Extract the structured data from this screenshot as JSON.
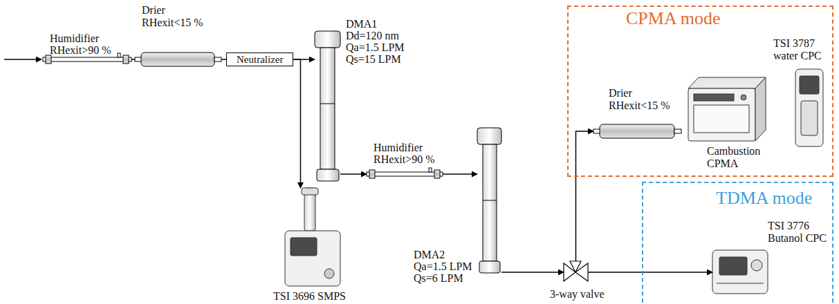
{
  "diagram": {
    "nodes": [
      {
        "text": [
          "Humidifier",
          "RHexit>90 %"
        ]
      },
      {
        "text": [
          "Drier",
          "RHexit<15 %"
        ]
      },
      {
        "text": [
          "Neutralizer"
        ]
      },
      {
        "text": [
          "DMA1",
          "Dd=120 nm",
          "Qa=1.5 LPM",
          "Qs=15 LPM"
        ]
      },
      {
        "text": [
          "CPMA mode"
        ]
      },
      {
        "text": [
          "Drier",
          "RHexit<15 %"
        ],
        "in": 4
      },
      {
        "text": [
          "TSI 3787 water CPC"
        ],
        "in": 4
      },
      {
        "text": [
          "Cambustion CPMA"
        ],
        "in": 4
      },
      {
        "text": [
          "Humidifier",
          "RHexit>90 %"
        ]
      },
      {
        "text": [
          "TDMA mode"
        ]
      },
      {
        "text": [
          "TSI 3776 Butanol CPC"
        ],
        "in": 9
      },
      {
        "text": [
          "DMA2",
          "Qa=1.5 LPM",
          "Qs=6 LPM"
        ]
      },
      {
        "text": [
          "3-way valve"
        ]
      },
      {
        "text": [
          "TSI 3696 SMPS"
        ]
      }
    ],
    "edges": [
      {
        "from": 0,
        "to": 1,
        "arrow": "none"
      },
      {
        "from": 1,
        "to": 2,
        "arrow": "none"
      },
      {
        "from": 2,
        "to": 3,
        "arrow": "to"
      },
      {
        "from": 2,
        "to": 13,
        "arrow": "to"
      },
      {
        "from": 3,
        "to": 8,
        "arrow": "to"
      },
      {
        "from": 8,
        "to": 11,
        "arrow": "to"
      },
      {
        "from": 11,
        "to": 12,
        "arrow": "to"
      },
      {
        "from": 12,
        "to": 5,
        "arrow": "to"
      },
      {
        "from": 12,
        "to": 10,
        "arrow": "to"
      }
    ]
  }
}
